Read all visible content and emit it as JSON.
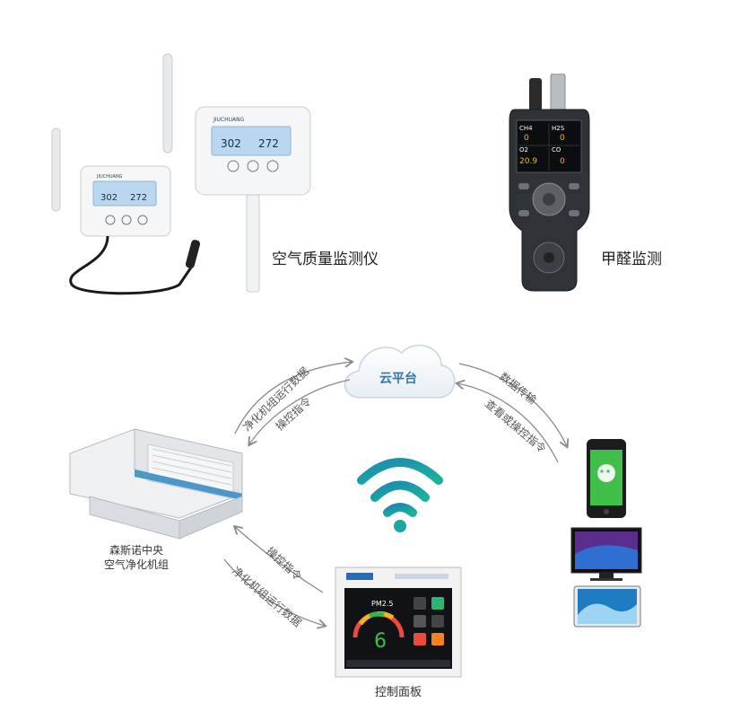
{
  "top": {
    "air_monitor_caption": "空气质量监测仪",
    "formaldehyde_caption": "甲醛监测",
    "sensor_brand": "JIUCHUANG",
    "sensor_small": {
      "left": "302",
      "right": "272"
    },
    "sensor_large": {
      "left": "302",
      "right": "272"
    },
    "handheld": {
      "cells": [
        {
          "label": "CH4",
          "value": "0"
        },
        {
          "label": "H2S",
          "value": "0"
        },
        {
          "label": "O2",
          "value": "20.9"
        },
        {
          "label": "CO",
          "value": "0"
        }
      ]
    }
  },
  "diagram": {
    "cloud_label": "云平台",
    "air_unit_caption_line1": "森斯诺中央",
    "air_unit_caption_line2": "空气净化机组",
    "control_panel_caption": "控制面板",
    "arrows": {
      "unit_to_cloud": "净化机组运行数据",
      "cloud_to_unit": "操控指令",
      "cloud_to_phone": "数据传输",
      "phone_to_cloud": "查看或操控指令",
      "unit_to_panel_cmd": "操控指令",
      "panel_unit_data": "净化机组运行数据"
    },
    "panel_screen": {
      "big_value": "6",
      "pm_label": "PM2.5"
    }
  }
}
